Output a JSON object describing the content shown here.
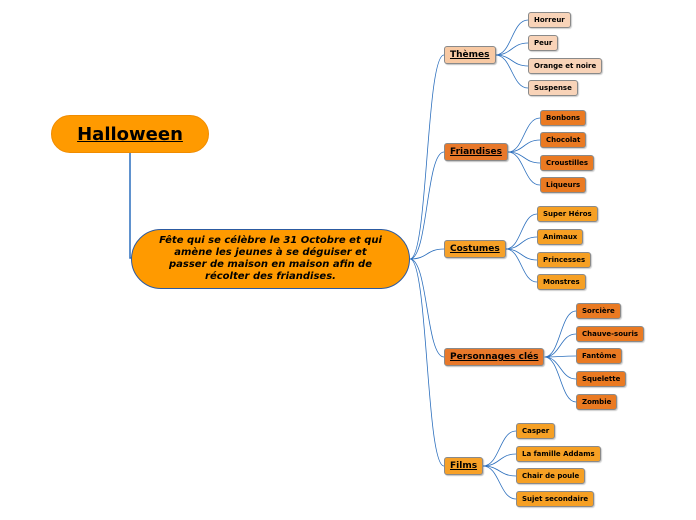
{
  "root": {
    "label": "Halloween"
  },
  "description": {
    "text": "Fête qui se célèbre le 31 Octobre et qui amène les jeunes à se déguiser et passer de maison en maison afin de récolter des friandises."
  },
  "branches": [
    {
      "label": "Thèmes",
      "color": "#f8c9a3",
      "children": [
        "Horreur",
        "Peur",
        "Orange et noire",
        "Suspense"
      ],
      "child_color": "#f8d3b8"
    },
    {
      "label": "Friandises",
      "color": "#e8782a",
      "children": [
        "Bonbons",
        "Chocolat",
        "Croustilles",
        "Liqueurs"
      ],
      "child_color": "#ea7a22"
    },
    {
      "label": "Costumes",
      "color": "#f7a128",
      "children": [
        "Super Héros",
        "Animaux",
        "Princesses",
        "Monstres"
      ],
      "child_color": "#f6a024"
    },
    {
      "label": "Personnages clés",
      "color": "#e8782a",
      "children": [
        "Sorcière",
        "Chauve-souris",
        "Fantôme",
        "Squelette",
        "Zombie"
      ],
      "child_color": "#ea7a22"
    },
    {
      "label": "Films",
      "color": "#f7a128",
      "children": [
        "Casper",
        "La famille Addams",
        "Chair de poule",
        "Sujet secondaire"
      ],
      "child_color": "#f6a024"
    }
  ],
  "colors": {
    "link": "#2c6fbd",
    "root_fill": "#ff9a00"
  }
}
